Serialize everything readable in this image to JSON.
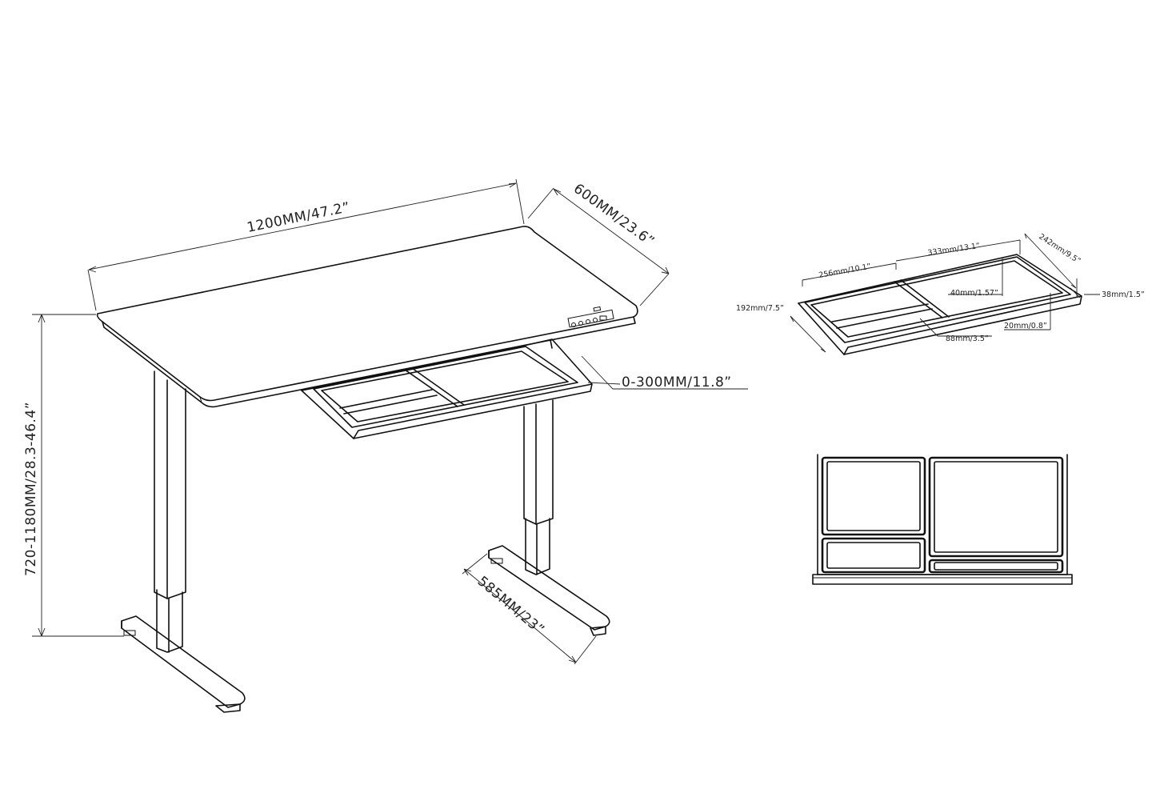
{
  "desk_dimensions": {
    "width": "1200MM/47.2”",
    "depth": "600MM/23.6”",
    "height": "720-1180MM/28.3-46.4”",
    "drawer_travel": "0-300MM/11.8”",
    "foot_length": "585MM/23”"
  },
  "drawer_dimensions": {
    "length": "333mm/13.1”",
    "left_compartment": "256mm/10.1”",
    "depth": "242mm/9.5”",
    "side_height": "38mm/1.5”",
    "front_depth": "192mm/7.5”",
    "divider_height": "40mm/1.57”",
    "small_compartment": "88mm/3.5”",
    "bottom_height": "20mm/0.8”"
  }
}
